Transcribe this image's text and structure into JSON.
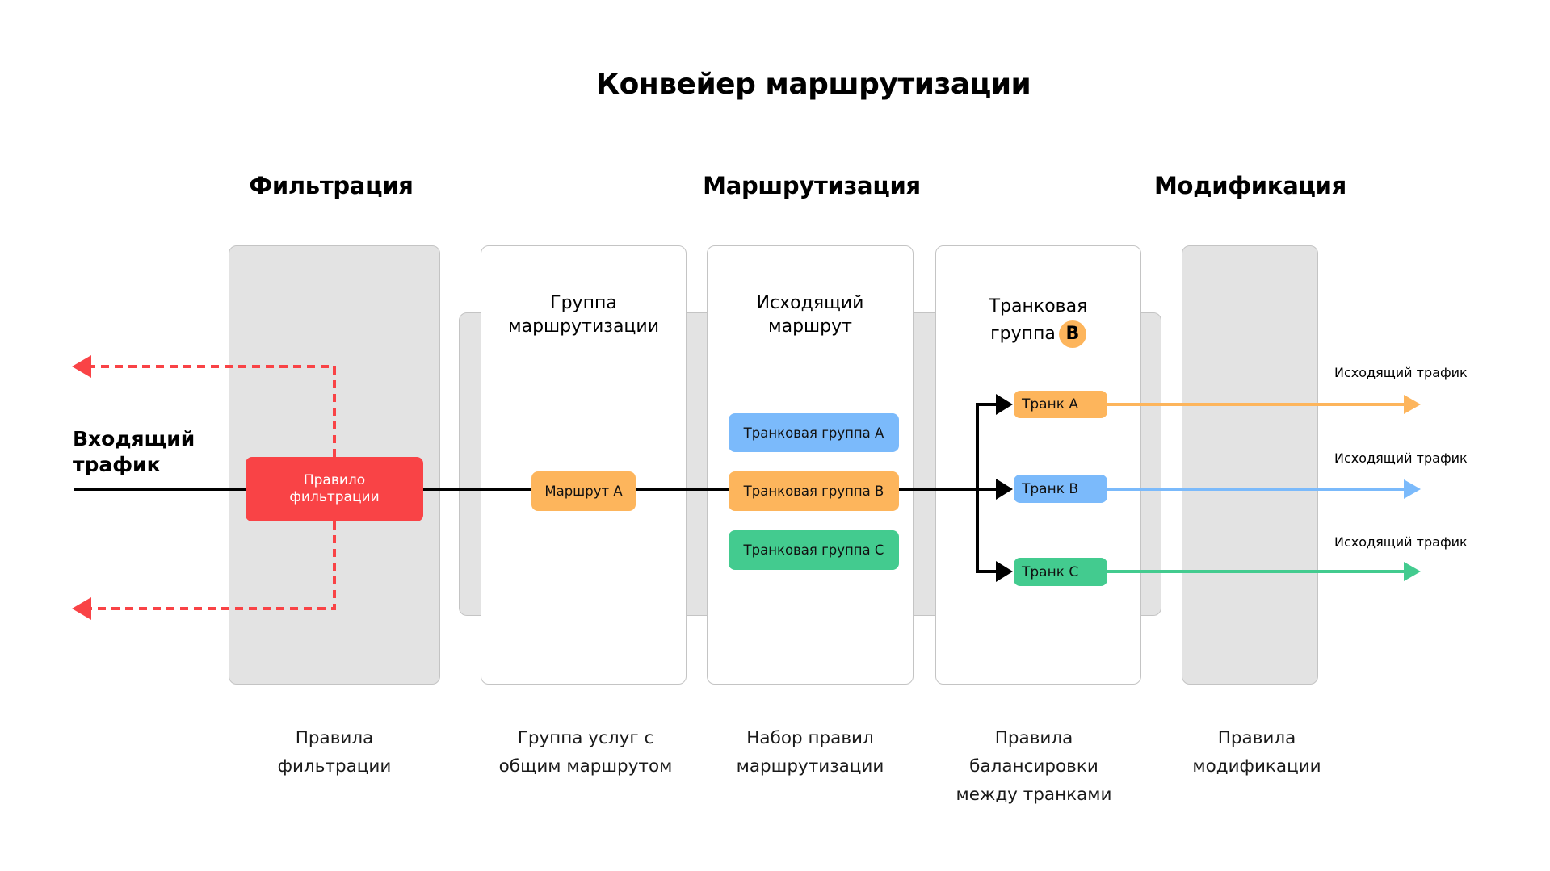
{
  "title": "Конвейер маршрутизации",
  "sections": [
    {
      "label": "Фильтрация"
    },
    {
      "label": "Маршрутизация"
    },
    {
      "label": "Модификация"
    }
  ],
  "incoming": {
    "line1": "Входящий",
    "line2": "трафик"
  },
  "columns": {
    "filtering": {
      "rule": {
        "line1": "Правило",
        "line2": "фильтрации"
      },
      "footer": {
        "line1": "Правила",
        "line2": "фильтрации"
      }
    },
    "routing_group": {
      "title": {
        "line1": "Группа",
        "line2": "маршрутизации"
      },
      "route": "Маршрут A",
      "footer": {
        "line1": "Группа услуг с",
        "line2": "общим маршрутом"
      }
    },
    "outgoing_route": {
      "title": {
        "line1": "Исходящий",
        "line2": "маршрут"
      },
      "trunk_groups": [
        {
          "label": "Транковая группа A",
          "color": "#7bbafb"
        },
        {
          "label": "Транковая группа B",
          "color": "#fdb55c"
        },
        {
          "label": "Транковая группа C",
          "color": "#43cb8f"
        }
      ],
      "footer": {
        "line1": "Набор правил",
        "line2": "маршрутизации"
      }
    },
    "trunk_group": {
      "title": {
        "line1": "Транковая",
        "line2": "группа",
        "badge": "B"
      },
      "trunks": [
        {
          "label": "Транк A",
          "color": "#fdb55c",
          "output": "Исходящий трафик"
        },
        {
          "label": "Транк B",
          "color": "#7bbafb",
          "output": "Исходящий трафик"
        },
        {
          "label": "Транк C",
          "color": "#43cb8f",
          "output": "Исходящий трафик"
        }
      ],
      "footer": {
        "line1": "Правила",
        "line2": "балансировки",
        "line3": "между транками"
      }
    },
    "modification": {
      "footer": {
        "line1": "Правила",
        "line2": "модификации"
      }
    }
  },
  "colors": {
    "filter_red": "#f94346",
    "orange": "#fdb55c",
    "blue": "#7bbafb",
    "green": "#43cb8f",
    "column_gray": "#e3e3e3"
  }
}
